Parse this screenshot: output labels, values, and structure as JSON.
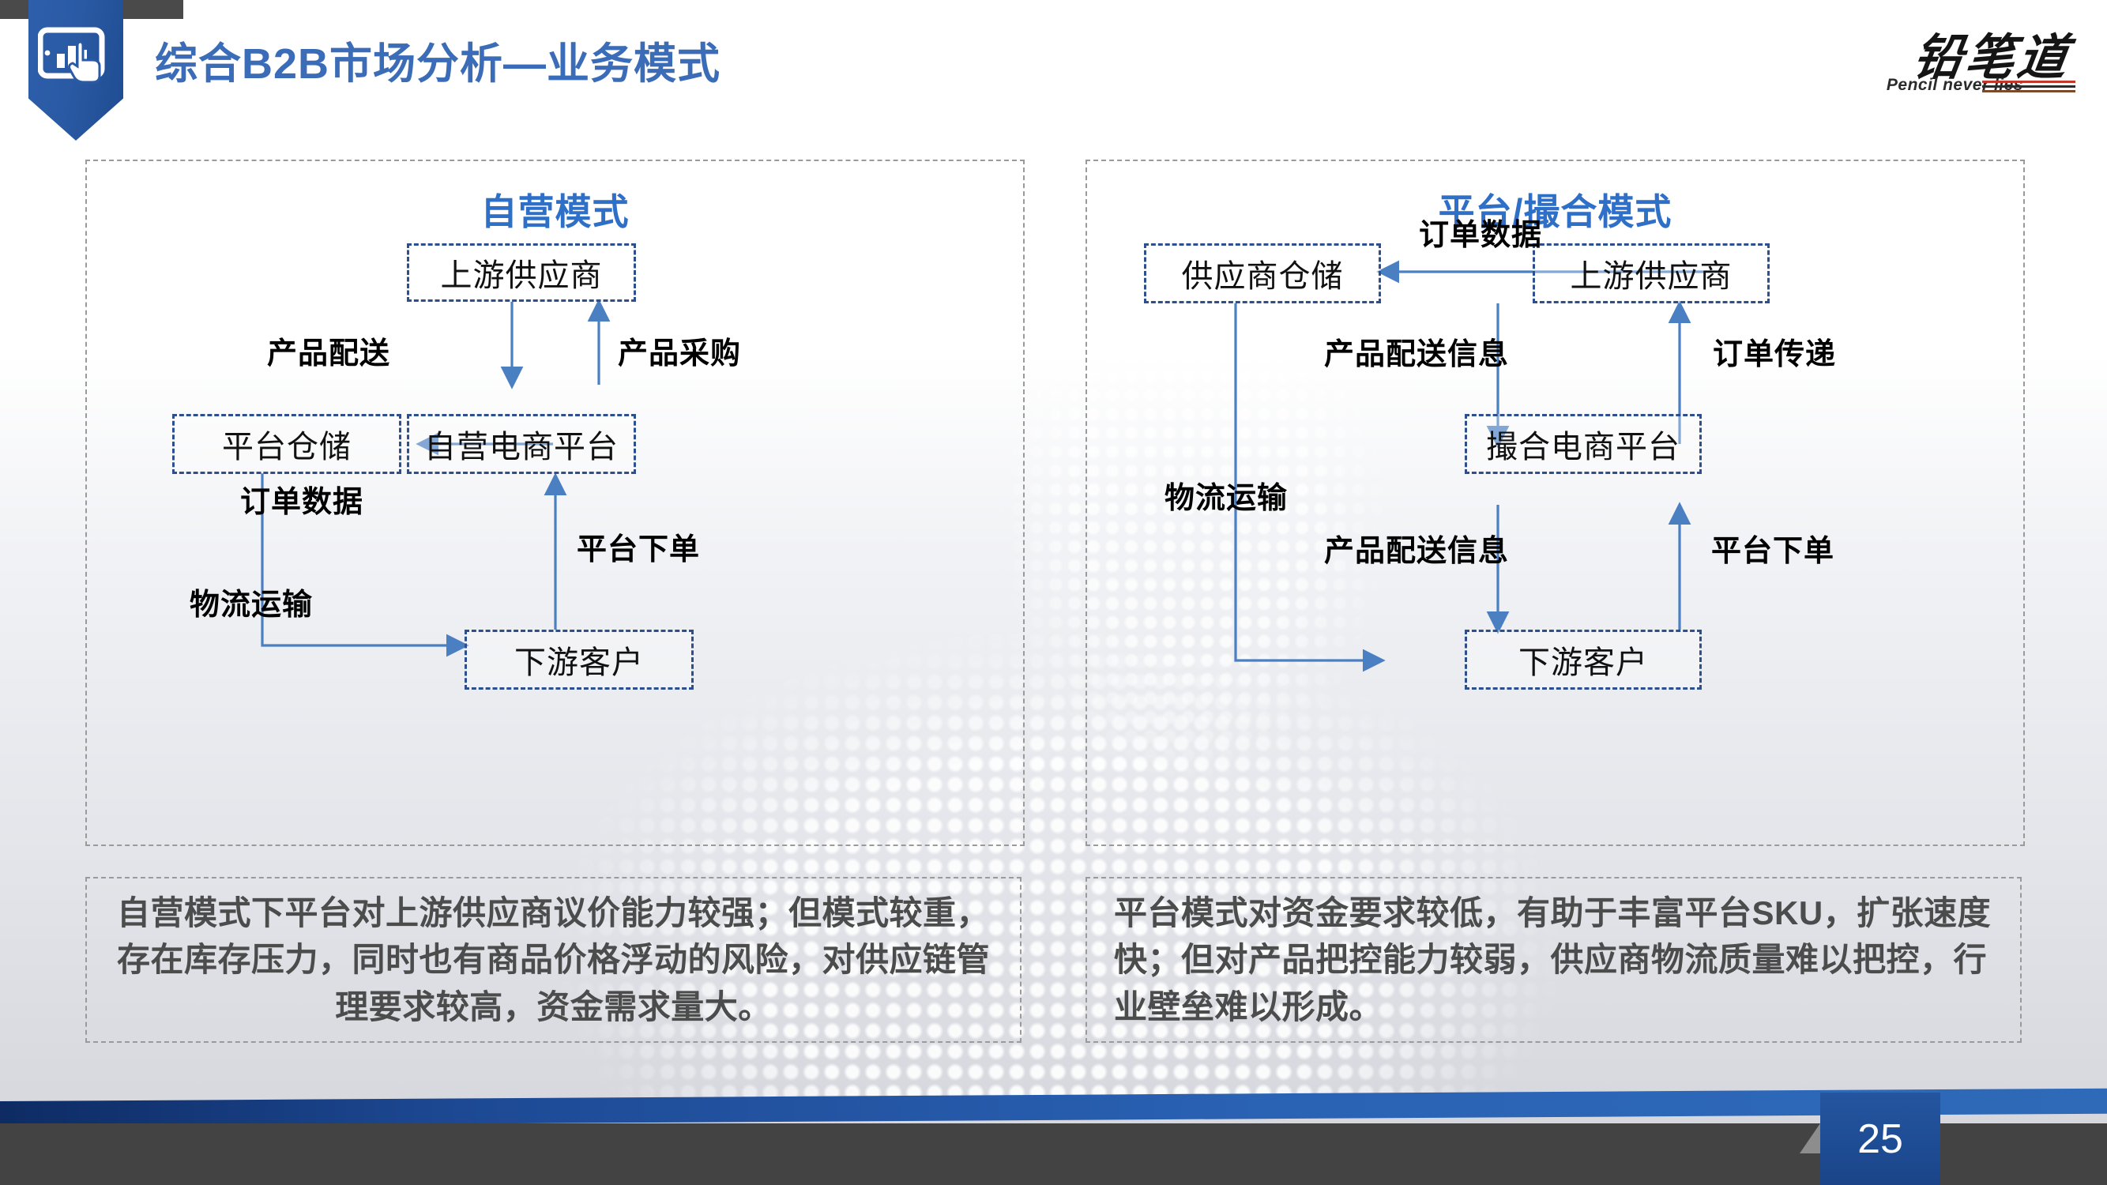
{
  "header": {
    "title": "综合B2B市场分析—业务模式",
    "logo_icon": "tablet-bar-chart-hand-icon",
    "brand_zh": "铅笔道",
    "brand_en": "Pencil never lies",
    "title_color": "#3b6cb7"
  },
  "panels": [
    {
      "id": "self-operated",
      "title": "自营模式",
      "nodes": [
        {
          "id": "supplier",
          "label": "上游供应商"
        },
        {
          "id": "warehouse",
          "label": "平台仓储"
        },
        {
          "id": "platform",
          "label": "自营电商平台"
        },
        {
          "id": "customer",
          "label": "下游客户"
        }
      ],
      "edges": [
        {
          "from": "supplier",
          "to": "platform",
          "label": "产品配送"
        },
        {
          "from": "platform",
          "to": "supplier",
          "label": "产品采购"
        },
        {
          "from": "platform",
          "to": "warehouse",
          "label": "订单数据"
        },
        {
          "from": "customer",
          "to": "platform",
          "label": "平台下单"
        },
        {
          "from": "warehouse",
          "to": "customer",
          "label": "物流运输"
        }
      ],
      "caption": "自营模式下平台对上游供应商议价能力较强；但模式较重，存在库存压力，同时也有商品价格浮动的风险，对供应链管理要求较高，资金需求量大。"
    },
    {
      "id": "platform-matching",
      "title": "平台/撮合模式",
      "nodes": [
        {
          "id": "sup-warehouse",
          "label": "供应商仓储"
        },
        {
          "id": "supplier",
          "label": "上游供应商"
        },
        {
          "id": "platform",
          "label": "撮合电商平台"
        },
        {
          "id": "customer",
          "label": "下游客户"
        }
      ],
      "edges": [
        {
          "from": "supplier",
          "to": "sup-warehouse",
          "label": "订单数据"
        },
        {
          "from": "supplier",
          "to": "platform",
          "label": "产品配送信息"
        },
        {
          "from": "platform",
          "to": "supplier",
          "label": "订单传递"
        },
        {
          "from": "platform",
          "to": "customer",
          "label": "产品配送信息"
        },
        {
          "from": "customer",
          "to": "platform",
          "label": "平台下单"
        },
        {
          "from": "sup-warehouse",
          "to": "customer",
          "label": "物流运输"
        }
      ],
      "caption": "平台模式对资金要求较低，有助于丰富平台SKU，扩张速度快；但对产品把控能力较弱，供应商物流质量难以把控，行业壁垒难以形成。"
    }
  ],
  "footer": {
    "page_number": "25",
    "accent_color": "#1e4d95"
  }
}
